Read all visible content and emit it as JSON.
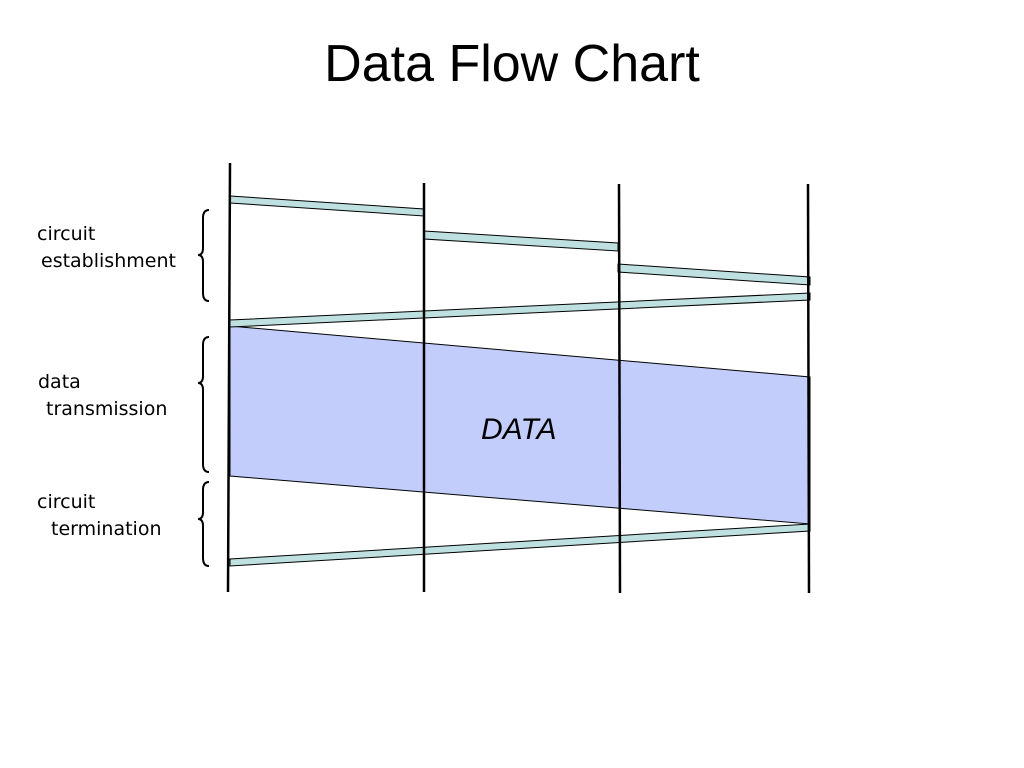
{
  "title": "Data Flow Chart",
  "phases": {
    "establishment": {
      "line1": "circuit",
      "line2": "establishment"
    },
    "transmission": {
      "line1": "data",
      "line2": "transmission"
    },
    "termination": {
      "line1": "circuit",
      "line2": "termination"
    }
  },
  "data_block_label": "DATA",
  "colors": {
    "signal_fill": "#bfe0e0",
    "data_fill": "#c2cdfc",
    "line": "#000000"
  }
}
